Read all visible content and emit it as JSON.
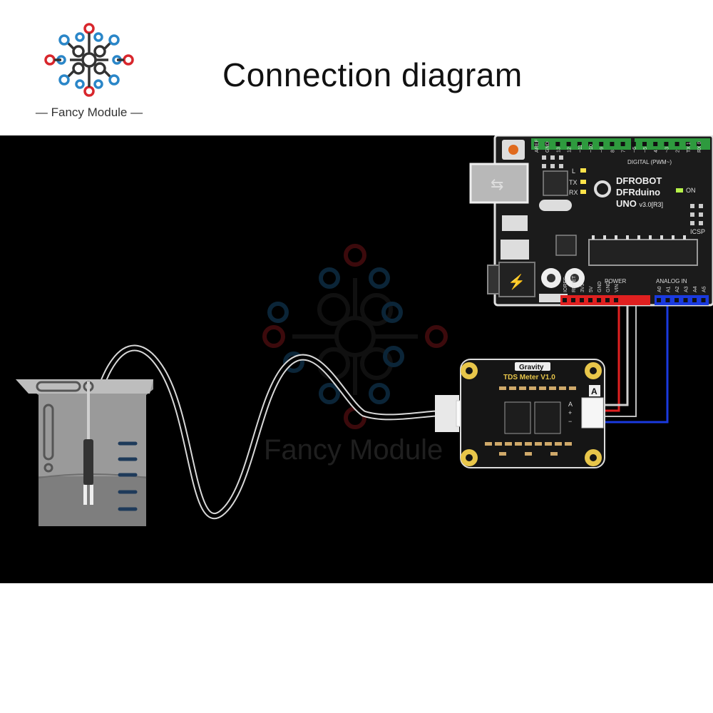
{
  "header": {
    "logo_text": "Fancy Module",
    "title": "Connection diagram"
  },
  "arduino": {
    "brand": "DFROBOT",
    "model": "DFRduino",
    "version": "UNO",
    "version_suffix": "v3.0[R3]",
    "digital_label": "DIGITAL (PWM~)",
    "power_label": "POWER",
    "analog_label": "ANALOG IN",
    "icsp_label": "ICSP",
    "on_label": "ON",
    "led_labels": [
      "L",
      "TX",
      "RX"
    ],
    "digital_pins": [
      "AREF",
      "GND",
      "13",
      "12",
      "~11",
      "~10",
      "~9",
      "8",
      "7",
      "~6",
      "~5",
      "4",
      "~3",
      "2",
      "TX 1",
      "RX 0"
    ],
    "power_pins": [
      "IOREF",
      "RESET",
      "3V3",
      "5V",
      "GND",
      "GND",
      "VIN"
    ],
    "analog_pins": [
      "A0",
      "A1",
      "A2",
      "A3",
      "A4",
      "A5"
    ]
  },
  "tds_module": {
    "brand": "Gravity",
    "name": "TDS Meter V1.0",
    "connector_label": "A",
    "pin_labels": [
      "A",
      "+",
      "−"
    ]
  },
  "watermark_text": "Fancy Module",
  "colors": {
    "stage_bg": "#000000",
    "wire_power": "#e02020",
    "wire_ground": "#111111",
    "wire_signal": "#1a3adf",
    "board_bg": "#1b1b1b",
    "header_green": "#2e9a3e",
    "module_yellow": "#e8c64a",
    "logo_blue": "#2a86c8",
    "logo_red": "#d8262c"
  }
}
